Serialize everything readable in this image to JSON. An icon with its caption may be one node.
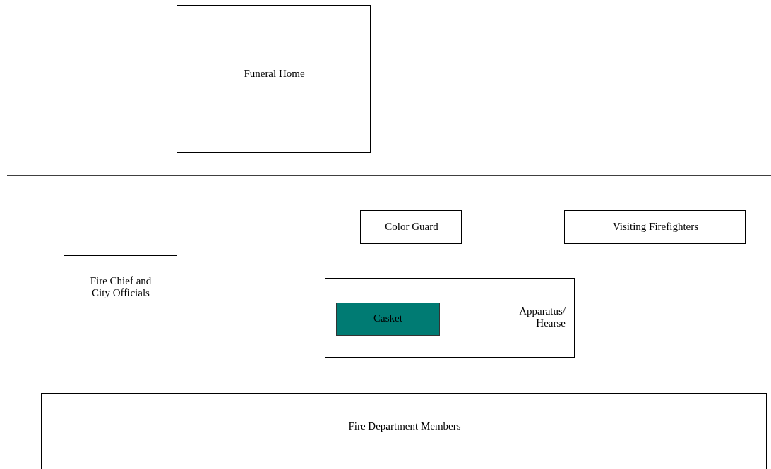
{
  "diagram": {
    "nodes": [
      {
        "text": [
          "Funeral Home"
        ]
      },
      {
        "text": [
          "Color Guard"
        ]
      },
      {
        "text": [
          "Visiting Firefighters"
        ]
      },
      {
        "text": [
          "Fire Chief and City Officials"
        ]
      },
      {
        "text": [
          "Apparatus/ Hearse"
        ]
      },
      {
        "text": [
          "Casket"
        ],
        "in": 4
      },
      {
        "text": [
          "Fire Department Members"
        ]
      }
    ]
  }
}
